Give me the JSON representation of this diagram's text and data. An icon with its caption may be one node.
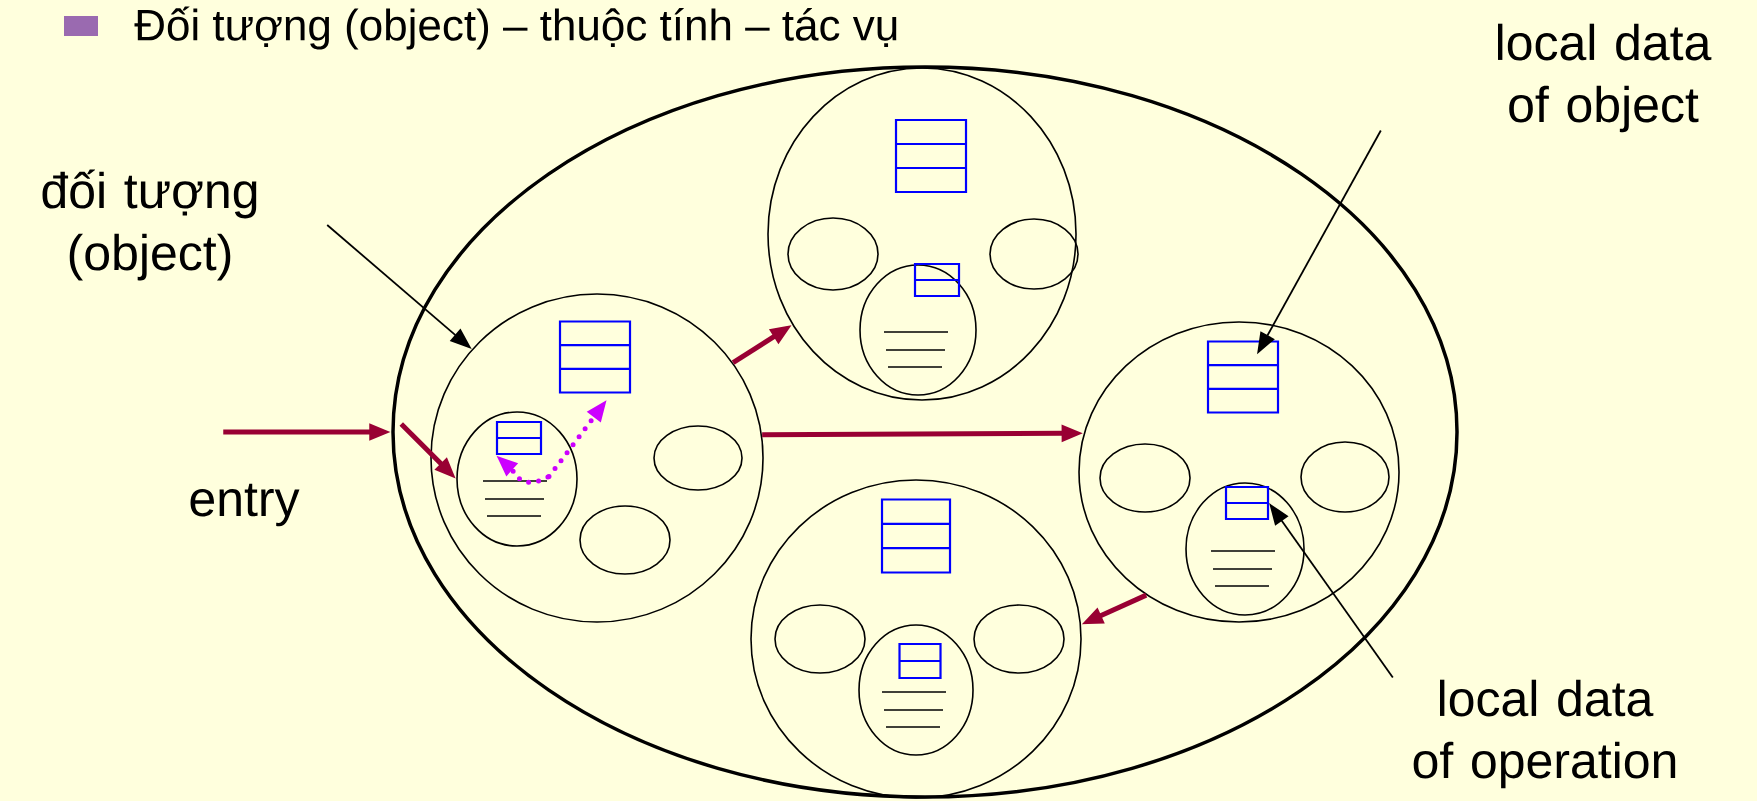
{
  "diagram": {
    "title": "Đối tượng (object) – thuộc tính – tác vụ",
    "nodes": [
      {
        "text": [
          "đối tượng (object)"
        ]
      },
      {
        "text": [
          "local data of object"
        ]
      },
      {
        "text": [
          "local data of operation"
        ]
      },
      {
        "text": [],
        "shape": "ellipse"
      },
      {
        "text": [],
        "shape": "circle",
        "in": 3
      },
      {
        "text": [],
        "shape": "box",
        "in": 4
      },
      {
        "text": [],
        "shape": "circle",
        "in": 4
      },
      {
        "text": [],
        "shape": "box",
        "in": 6
      },
      {
        "text": [],
        "shape": "ellipse",
        "in": 4
      },
      {
        "text": [],
        "shape": "ellipse",
        "in": 4
      },
      {
        "text": [],
        "shape": "circle",
        "in": 3
      },
      {
        "text": [],
        "shape": "box",
        "in": 10
      },
      {
        "text": [],
        "shape": "ellipse",
        "in": 10
      },
      {
        "text": [],
        "shape": "ellipse",
        "in": 10
      },
      {
        "text": [],
        "shape": "circle",
        "in": 10
      },
      {
        "text": [],
        "shape": "box",
        "in": 14
      },
      {
        "text": [],
        "shape": "circle",
        "in": 3
      },
      {
        "text": [],
        "shape": "box",
        "in": 16
      },
      {
        "text": [],
        "shape": "ellipse",
        "in": 16
      },
      {
        "text": [],
        "shape": "ellipse",
        "in": 16
      },
      {
        "text": [],
        "shape": "circle",
        "in": 16
      },
      {
        "text": [],
        "shape": "box",
        "in": 20
      },
      {
        "text": [],
        "shape": "circle",
        "in": 3
      },
      {
        "text": [],
        "shape": "box",
        "in": 22
      },
      {
        "text": [],
        "shape": "ellipse",
        "in": 22
      },
      {
        "text": [],
        "shape": "ellipse",
        "in": 22
      },
      {
        "text": [],
        "shape": "circle",
        "in": 22
      },
      {
        "text": [],
        "shape": "box",
        "in": 26
      }
    ],
    "edges": [
      {
        "from": null,
        "to": 3,
        "arrow": "to"
      },
      {
        "from": 3,
        "to": 6,
        "arrow": "to"
      },
      {
        "from": 4,
        "to": 10,
        "arrow": "to"
      },
      {
        "from": 4,
        "to": 16,
        "arrow": "to"
      },
      {
        "from": 16,
        "to": 22,
        "arrow": "to"
      },
      {
        "from": null,
        "to": 7,
        "arrow": "to",
        "style": "dashed",
        "color": "#cc00ff"
      },
      {
        "from": null,
        "to": 5,
        "arrow": "to",
        "style": "dashed",
        "color": "#cc00ff"
      },
      {
        "from": 0,
        "to": 4,
        "arrow": "to",
        "color": "#000000"
      },
      {
        "from": 1,
        "to": 17,
        "arrow": "to",
        "color": "#000000"
      },
      {
        "from": 2,
        "to": 21,
        "arrow": "to",
        "color": "#000000"
      }
    ],
    "labels": [
      "entry"
    ]
  }
}
